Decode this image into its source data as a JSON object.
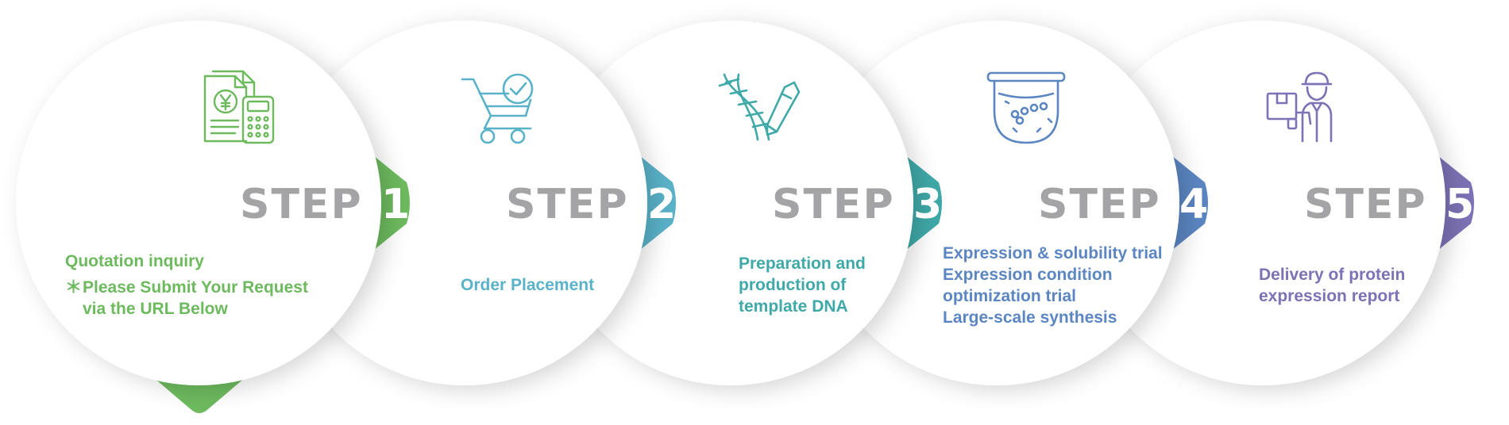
{
  "step_label": "STEP",
  "colors": {
    "step1": "#6dba5e",
    "step2": "#5ab2c9",
    "step3": "#3fa9a8",
    "step4": "#5b86c2",
    "step5": "#7d72b6",
    "step_text": "#a4a4a6"
  },
  "steps": [
    {
      "number": "1",
      "icon": "quotation-calculator-icon",
      "lines": [
        "Quotation inquiry"
      ],
      "note_mark": "＊",
      "note_lines": [
        "Please Submit Your Request",
        "via the URL Below"
      ]
    },
    {
      "number": "2",
      "icon": "shopping-cart-check-icon",
      "lines": [
        "Order Placement"
      ]
    },
    {
      "number": "3",
      "icon": "dna-pen-icon",
      "lines": [
        "Preparation and",
        "production of",
        "template DNA"
      ]
    },
    {
      "number": "4",
      "icon": "culture-vessel-icon",
      "lines": [
        "Expression & solubility trial",
        "Expression condition",
        "optimization trial",
        "Large-scale synthesis"
      ]
    },
    {
      "number": "5",
      "icon": "delivery-person-icon",
      "lines": [
        "Delivery of protein",
        "expression report"
      ]
    }
  ]
}
